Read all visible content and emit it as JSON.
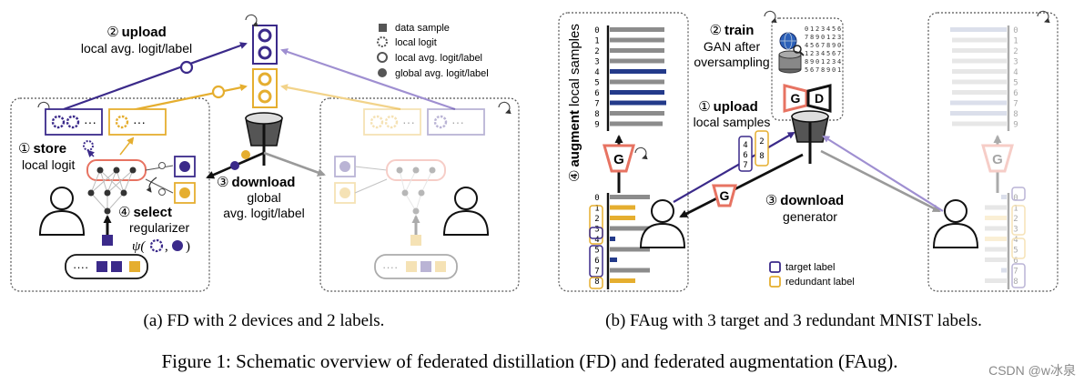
{
  "colors": {
    "purple": "#3B2A8A",
    "gold": "#E5AE2F",
    "lavender": "#9F8FD1",
    "light_gold": "#F2D38A",
    "gray": "#9a9a9a",
    "salmon": "#E77362",
    "navy": "#233A8A"
  },
  "panel_a": {
    "upload": {
      "num": "②",
      "bold": "upload",
      "line2": "local avg. logit/label"
    },
    "store": {
      "num": "①",
      "bold": "store",
      "line2": "local logit"
    },
    "download": {
      "num": "③",
      "bold": "download",
      "line2": "global",
      "line3": "avg. logit/label"
    },
    "select": {
      "num": "④",
      "bold": "select",
      "line2": "regularizer",
      "formula_prefix": "ψ(",
      "formula_comma": ",",
      "formula_suffix": ")"
    },
    "legend": [
      {
        "icon": "filled-square-icon",
        "label": "data sample"
      },
      {
        "icon": "dashed-circle-icon",
        "label": "local logit"
      },
      {
        "icon": "open-circle-icon",
        "label": "local avg. logit/label"
      },
      {
        "icon": "filled-circle-icon",
        "label": "global avg. logit/label"
      }
    ],
    "caption": "(a)  FD with 2 devices and 2 labels."
  },
  "panel_b": {
    "augment": {
      "num": "④",
      "bold": "augment",
      "rest": "local samples"
    },
    "train": {
      "num": "②",
      "bold": "train",
      "line2": "GAN after",
      "line3": "oversampling"
    },
    "upload": {
      "num": "①",
      "bold": "upload",
      "line2": "local samples"
    },
    "download": {
      "num": "③",
      "bold": "download",
      "line2": "generator"
    },
    "g_label": "G",
    "d_label": "D",
    "legend": [
      {
        "icon": "target-box-icon",
        "label": "target label"
      },
      {
        "icon": "redundant-box-icon",
        "label": "redundant label"
      }
    ],
    "digits": [
      "0",
      "1",
      "2",
      "3",
      "4",
      "5",
      "6",
      "7",
      "8",
      "9"
    ],
    "caption": "(b)  FAug with 3 target and 3 redundant MNIST labels."
  },
  "figure_caption": "Figure 1:  Schematic overview of federated distillation (FD) and federated augmentation (FAug).",
  "watermark": "CSDN @w冰泉"
}
